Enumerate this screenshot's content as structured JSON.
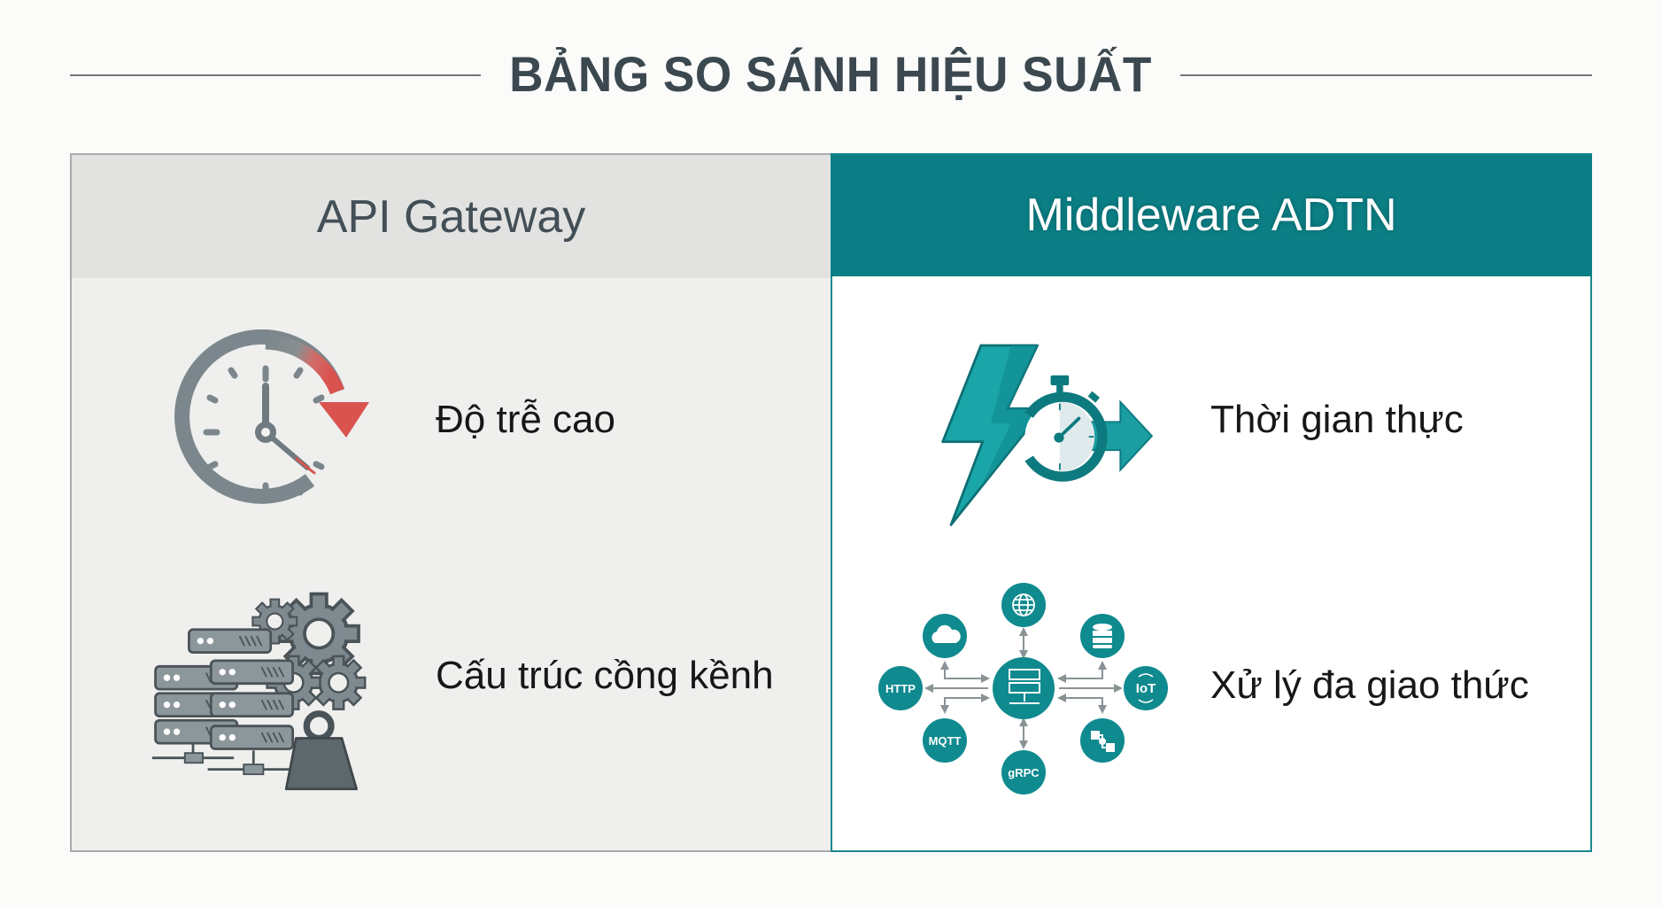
{
  "title": "BẢNG SO SÁNH HIỆU SUẤT",
  "colors": {
    "teal": "#0b7f85",
    "teal_light": "#16a3a6",
    "gray_icon": "#7b878c",
    "dark_gray": "#3b4850",
    "red_accent": "#d9534f",
    "left_panel_bg": "#efefee",
    "left_header_bg": "#e2e2e1"
  },
  "columns": [
    {
      "header": "API Gateway",
      "rows": [
        {
          "icon": "delayed-clock-icon",
          "label": "Độ trễ cao"
        },
        {
          "icon": "heavy-servers-gears-icon",
          "label": "Cấu trúc cồng kềnh"
        }
      ]
    },
    {
      "header": "Middleware ADTN",
      "rows": [
        {
          "icon": "lightning-stopwatch-icon",
          "label": "Thời gian thực"
        },
        {
          "icon": "multi-protocol-hub-icon",
          "label": "Xử lý đa giao thức"
        }
      ]
    }
  ],
  "protocol_hub": {
    "center": "server",
    "nodes": [
      {
        "name": "globe",
        "text": ""
      },
      {
        "name": "cloud",
        "text": ""
      },
      {
        "name": "database",
        "text": ""
      },
      {
        "name": "http",
        "text": "HTTP"
      },
      {
        "name": "iot",
        "text": "IoT"
      },
      {
        "name": "mqtt",
        "text": "MQTT"
      },
      {
        "name": "workflow",
        "text": ""
      },
      {
        "name": "grpc",
        "text": "gRPC"
      }
    ]
  }
}
